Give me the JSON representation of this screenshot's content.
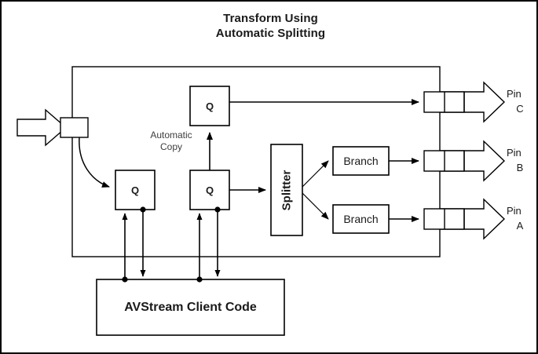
{
  "diagram": {
    "title_line1": "Transform Using",
    "title_line2": "Automatic Splitting",
    "annotation": {
      "line1": "Automatic",
      "line2": "Copy"
    },
    "nodes": {
      "queue_top": "Q",
      "queue_left": "Q",
      "queue_center": "Q",
      "splitter": "Splitter",
      "branch_upper": "Branch",
      "branch_lower": "Branch",
      "client": "AVStream Client Code"
    },
    "pins": [
      {
        "word": "Pin",
        "letter": "C"
      },
      {
        "word": "Pin",
        "letter": "B"
      },
      {
        "word": "Pin",
        "letter": "A"
      }
    ],
    "colors": {
      "stroke": "#000000",
      "text": "#1a1a1a",
      "annotation_text": "#3d3d3d",
      "background": "#ffffff"
    }
  }
}
